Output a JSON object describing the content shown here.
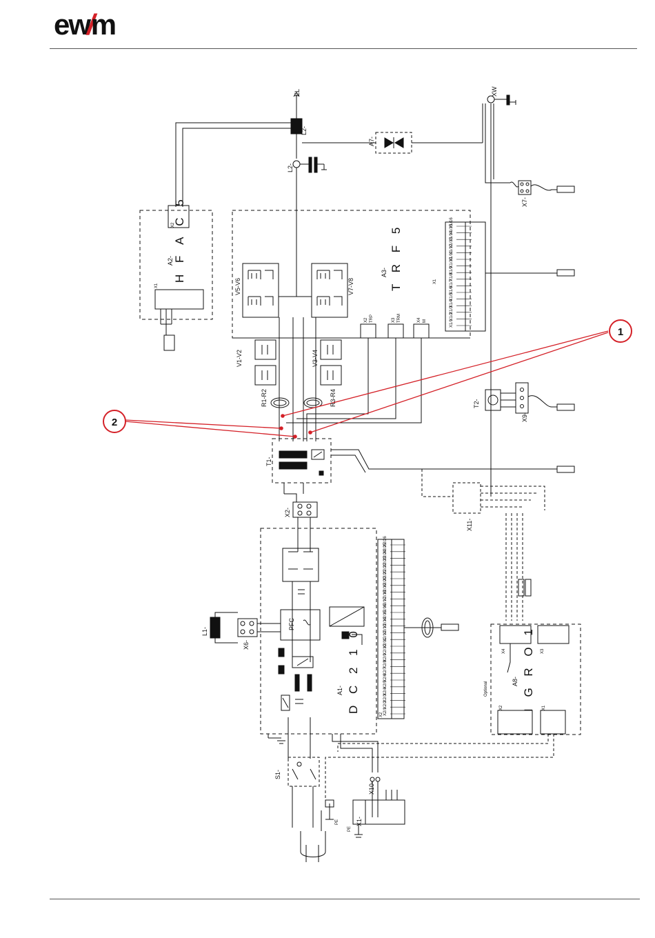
{
  "brand": {
    "logo_text": "ewm",
    "accent_color": "#d42027"
  },
  "page_number": "",
  "diagram": {
    "modules": {
      "a2_id": "A2-",
      "a2_name": "H F A C 5",
      "a3_id": "A3-",
      "a3_name": "T R F 5",
      "a1_id": "A1-",
      "a1_name": "D C 2 1 0",
      "a8_id": "A8-",
      "a8_name": "I G R O 1",
      "a7_id": "A7-"
    },
    "components": {
      "el": "EL",
      "l2_top": "L2-",
      "l2_mid": "L2-",
      "v5v6": "V5-V6",
      "v7v8": "V7-V8",
      "v1v2": "V1-V2",
      "v3v4": "V3-V4",
      "r1r2": "R1-R2",
      "r3r4": "R3-R4",
      "t1": "T1-",
      "t2": "T2-",
      "x2": "X2-",
      "l1": "L1-",
      "x6": "X6-",
      "s1": "S1-",
      "x10": "X10-",
      "x1": "X1-",
      "x11": "X11-",
      "x9": "X9-",
      "x7": "X7-",
      "xw": "XW",
      "pe": "PE",
      "x1_conn": "X1",
      "x2_conn": "X2",
      "x3_conn": "X3",
      "x4_conn": "X4",
      "trp": "TRP",
      "trm": "TRM",
      "m": "M",
      "pfc": "PFC",
      "optional": "Optional"
    },
    "callouts": {
      "one": "1",
      "two": "2"
    },
    "connector_pins_dc210": [
      "X2/26",
      "X2/25",
      "X2/24",
      "X2/23",
      "X2/22",
      "X2/21",
      "X2/20",
      "X2/19",
      "X2/18",
      "X2/17",
      "X2/16",
      "X2/15",
      "X2/14",
      "X2/13",
      "X2/12",
      "X2/11",
      "X2/10",
      "X2/9",
      "X2/8",
      "X2/7",
      "X2/6",
      "X2/5",
      "X2/4",
      "X2/3",
      "X2/2",
      "X2/1"
    ],
    "connector_pins_trf5": [
      "X1/16",
      "X1/15",
      "X1/14",
      "X1/13",
      "X1/12",
      "X1/11",
      "X1/10",
      "X1/9",
      "X1/8",
      "X1/7",
      "X1/6",
      "X1/5",
      "X1/4",
      "X1/3",
      "X1/2",
      "X1/1"
    ],
    "colors": {
      "line": "#111111",
      "callout": "#d42027",
      "dash": "#333333"
    }
  }
}
